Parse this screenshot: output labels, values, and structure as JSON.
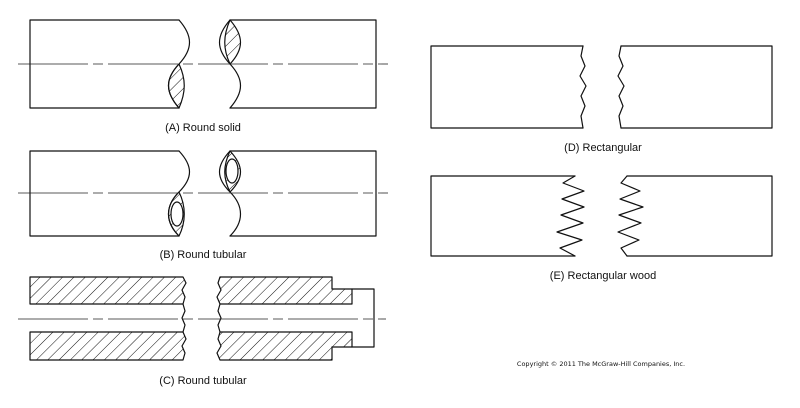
{
  "captions": {
    "a": "(A) Round solid",
    "b": "(B) Round tubular",
    "c": "(C) Round tubular",
    "d": "(D) Rectangular",
    "e": "(E) Rectangular wood"
  },
  "copyright": "Copyright © 2011 The McGraw-Hill Companies, Inc.",
  "colors": {
    "line": "#111111",
    "background": "#ffffff"
  }
}
